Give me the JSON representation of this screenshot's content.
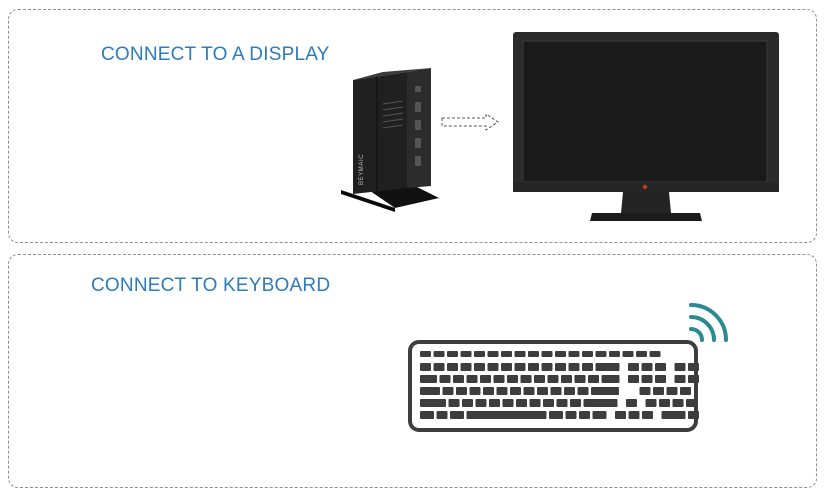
{
  "sections": {
    "display": {
      "heading": "CONNECT TO A DISPLAY",
      "device_brand": "BEYMAIC",
      "icons": [
        "mini-pc-icon",
        "dashed-arrow-icon",
        "monitor-icon"
      ]
    },
    "keyboard": {
      "heading": "CONNECT TO KEYBOARD",
      "icons": [
        "keyboard-icon",
        "wireless-signal-icon"
      ]
    }
  },
  "colors": {
    "heading": "#2c7bbf",
    "panel_border": "#8f8f8f",
    "keyboard": "#3d3d3d",
    "wireless": "#2a8a8f",
    "device": "#1f1f1f"
  }
}
